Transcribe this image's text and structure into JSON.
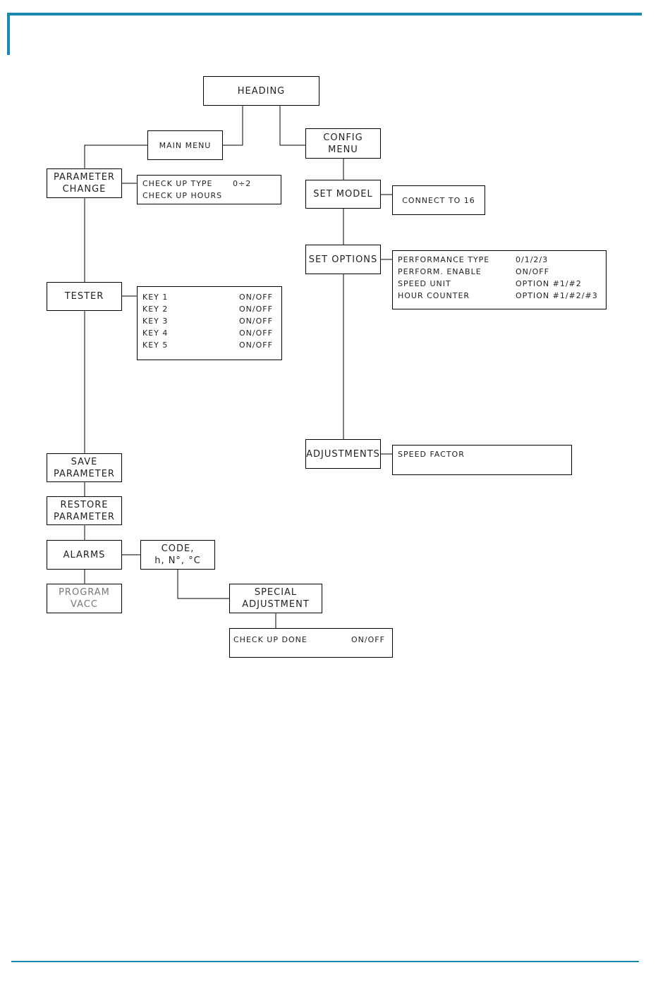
{
  "nodes": {
    "heading": "HEADING",
    "main_menu": "MAIN  MENU",
    "config_menu": "CONFIG\nMENU",
    "parameter_change": "PARAMETER\nCHANGE",
    "tester": "TESTER",
    "save_parameter": "SAVE\nPARAMETER",
    "restore_parameter": "RESTORE\nPARAMETER",
    "alarms": "ALARMS",
    "program_vacc": "PROGRAM\nVACC",
    "code": "CODE,\nh,  N°,  °C",
    "special_adjustment": "SPECIAL\nADJUSTMENT",
    "set_model": "SET  MODEL",
    "set_options": "SET  OPTIONS",
    "adjustments": "ADJUSTMENTS"
  },
  "panels": {
    "check_up": [
      {
        "key": "CHECK  UP  TYPE",
        "value": "0÷2"
      },
      {
        "key": "CHECK  UP  HOURS",
        "value": ""
      }
    ],
    "keys": [
      {
        "key": "KEY  1",
        "value": "ON/OFF"
      },
      {
        "key": "KEY  2",
        "value": "ON/OFF"
      },
      {
        "key": "KEY  3",
        "value": "ON/OFF"
      },
      {
        "key": "KEY  4",
        "value": "ON/OFF"
      },
      {
        "key": "KEY  5",
        "value": "ON/OFF"
      }
    ],
    "connect": "CONNECT  TO  16",
    "options": [
      {
        "key": "PERFORMANCE  TYPE",
        "value": "0/1/2/3"
      },
      {
        "key": "PERFORM.  ENABLE",
        "value": "ON/OFF"
      },
      {
        "key": "SPEED  UNIT",
        "value": "OPTION  #1/#2"
      },
      {
        "key": "HOUR  COUNTER",
        "value": "OPTION  #1/#2/#3"
      }
    ],
    "speed_factor": "SPEED  FACTOR",
    "check_up_done": {
      "key": "CHECK  UP  DONE",
      "value": "ON/OFF"
    }
  },
  "colors": {
    "accent_rule": "#1a8ab3",
    "line": "#000000"
  }
}
